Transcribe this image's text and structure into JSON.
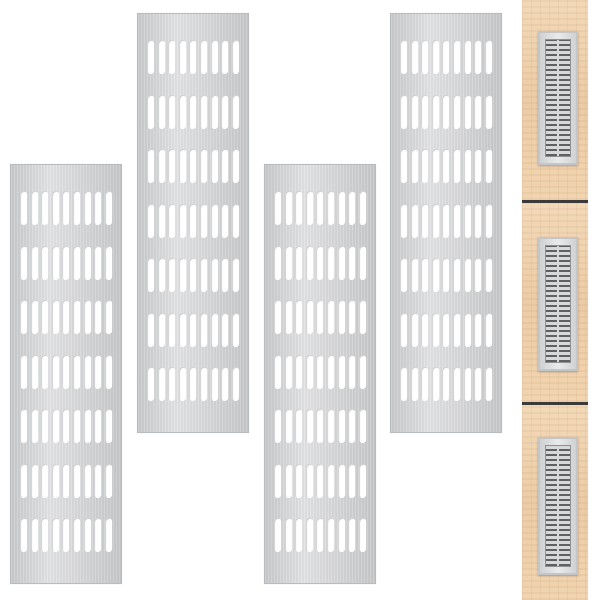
{
  "scene": {
    "subject": "vent-grilles",
    "material_color": "#d9dadc",
    "slot_color": "#ffffff",
    "wood_color": "#eccca6"
  },
  "vents": [
    {
      "id": "vent-1",
      "slot_groups": 7,
      "slots_per_group": 9
    },
    {
      "id": "vent-2",
      "slot_groups": 7,
      "slots_per_group": 9
    },
    {
      "id": "vent-3",
      "slot_groups": 7,
      "slots_per_group": 9
    },
    {
      "id": "vent-4",
      "slot_groups": 7,
      "slots_per_group": 9
    }
  ],
  "installed_examples": [
    {
      "id": "wood-panel-1"
    },
    {
      "id": "wood-panel-2"
    },
    {
      "id": "wood-panel-3"
    }
  ]
}
